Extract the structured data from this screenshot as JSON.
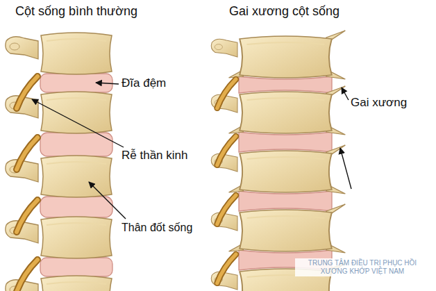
{
  "diagram": {
    "labels": [
      "Cột sống bình thường",
      "Gai xương cột sống",
      "Đĩa đệm",
      "Rễ thần kinh",
      "Thân đốt sống",
      "Gai xương",
      "TRUNG TÂM ĐIỀU TRỊ PHỤC HỒI XƯƠNG KHỚP VIỆT NAM"
    ]
  }
}
